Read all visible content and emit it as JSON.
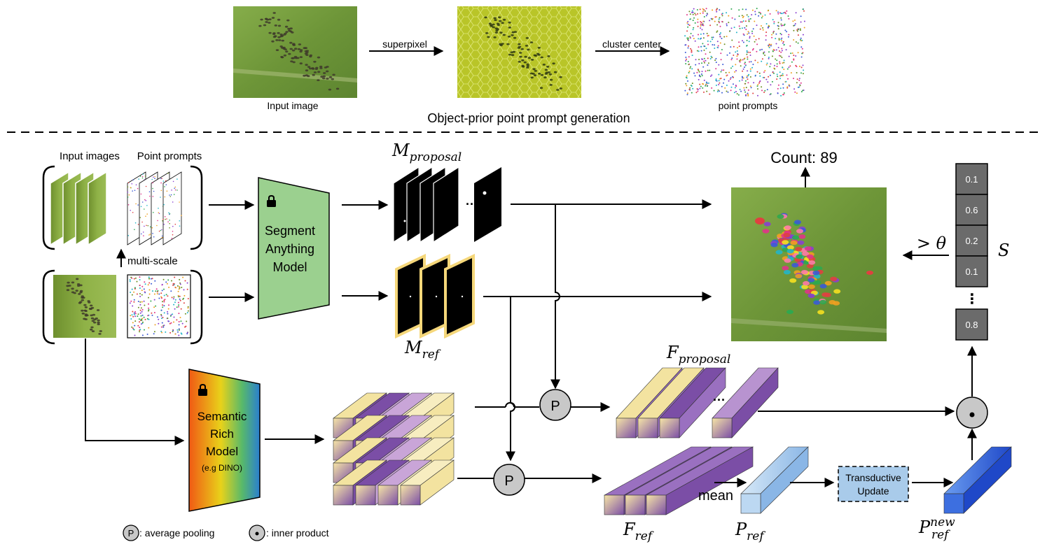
{
  "top": {
    "input_image_label": "Input image",
    "step1_label": "superpixel",
    "step2_label": "cluster center",
    "point_prompts_label": "point prompts",
    "section_title": "Object-prior point prompt generation"
  },
  "bottom": {
    "input_images_label": "Input images",
    "point_prompts_label": "Point prompts",
    "multiscale_label": "multi-scale",
    "sam_label": [
      "Segment",
      "Anything",
      "Model"
    ],
    "srm_label": [
      "Semantic",
      "Rich",
      "Model"
    ],
    "srm_example": "(e.g DINO)",
    "m_proposal": {
      "base": "M",
      "sub": "proposal"
    },
    "m_ref": {
      "base": "M",
      "sub": "ref"
    },
    "f_proposal": {
      "base": "F",
      "sub": "proposal"
    },
    "f_ref": {
      "base": "F",
      "sub": "ref"
    },
    "p_ref": {
      "base": "P",
      "sub": "ref"
    },
    "p_ref_new": {
      "base": "P",
      "sub": "ref",
      "sup": "new"
    },
    "pool_symbol": "P",
    "ellipsis": "···",
    "mean_label": "mean",
    "transductive_label": [
      "Transductive",
      "Update"
    ],
    "count_label": "Count: 89",
    "threshold_label": "> θ",
    "scores_label": "S",
    "scores": [
      "0.1",
      "0.6",
      "0.2",
      "0.1",
      "0.8"
    ],
    "scores_ellipsis": "⋮"
  },
  "legend": {
    "pool_symbol": "P",
    "pool_text": ": average pooling",
    "inner_text": ": inner product"
  },
  "colors": {
    "sam_fill": "#9bd08f",
    "grass": "#6f9a3a",
    "superpixel": "#b8c82a",
    "purple": "#6a3d9a",
    "cream": "#f3e3a0",
    "blue": "#3b6fd8",
    "light_blue": "#a9cbea",
    "score_box": "#6b6b6b",
    "pool_circle": "#c8c8c8",
    "ref_border": "#f5d77a"
  }
}
